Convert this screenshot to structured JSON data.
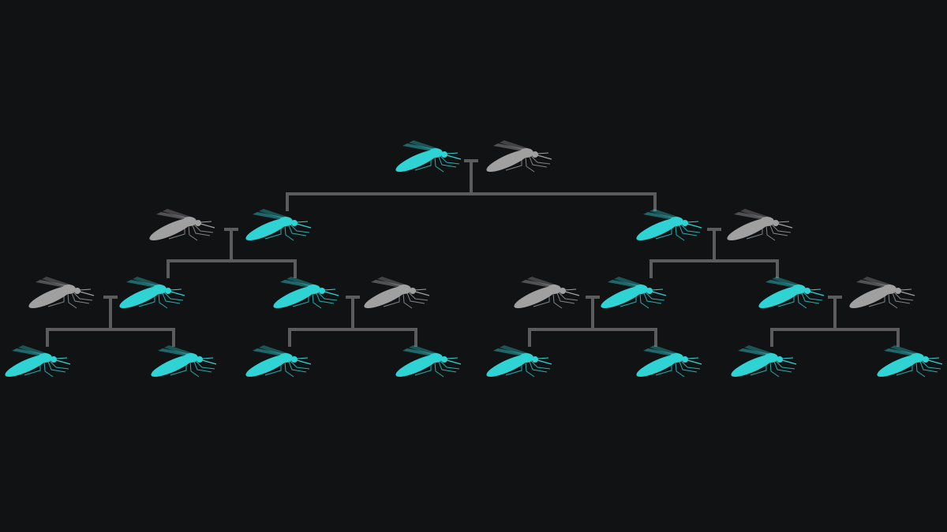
{
  "colors": {
    "background": "#111214",
    "connector": "#5c5c5e",
    "gene_drive": "#2fd3d3",
    "wild_type": "#a0a0a0"
  },
  "generations": [
    [
      [
        "gene_drive",
        "wild_type"
      ]
    ],
    [
      [
        "wild_type",
        "gene_drive"
      ],
      [
        "gene_drive",
        "wild_type"
      ]
    ],
    [
      [
        "wild_type",
        "gene_drive"
      ],
      [
        "gene_drive",
        "wild_type"
      ],
      [
        "wild_type",
        "gene_drive"
      ],
      [
        "gene_drive",
        "wild_type"
      ]
    ],
    [
      [
        "gene_drive"
      ],
      [
        "gene_drive"
      ],
      [
        "gene_drive"
      ],
      [
        "gene_drive"
      ],
      [
        "gene_drive"
      ],
      [
        "gene_drive"
      ],
      [
        "gene_drive"
      ],
      [
        "gene_drive"
      ]
    ]
  ]
}
